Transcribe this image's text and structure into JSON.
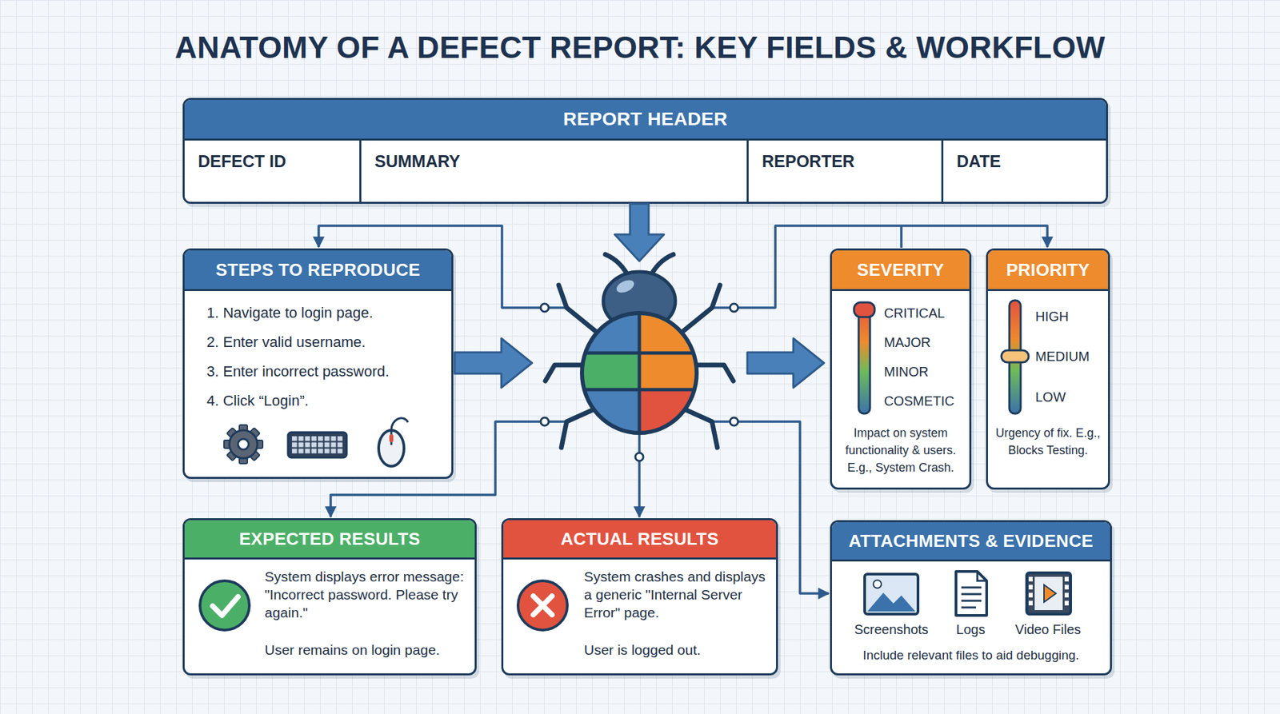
{
  "diagram": {
    "title": "ANATOMY OF A DEFECT REPORT: KEY FIELDS & WORKFLOW",
    "nodes": [
      {
        "text": [
          "REPORT HEADER"
        ]
      },
      {
        "text": [
          "DEFECT ID"
        ],
        "in": 0
      },
      {
        "text": [
          "SUMMARY"
        ],
        "in": 0
      },
      {
        "text": [
          "REPORTER"
        ],
        "in": 0
      },
      {
        "text": [
          "DATE"
        ],
        "in": 0
      },
      {
        "text": [
          "STEPS TO REPRODUCE",
          "1. Navigate to login page.",
          "2. Enter valid username.",
          "3. Enter incorrect password.",
          "4. Click “Login”."
        ]
      },
      {
        "text": [
          "SEVERITY",
          "CRITICAL",
          "MAJOR",
          "MINOR",
          "COSMETIC",
          "Impact on system functionality & users. E.g., System Crash."
        ]
      },
      {
        "text": [
          "PRIORITY",
          "HIGH",
          "MEDIUM",
          "LOW",
          "Urgency of fix. E.g., Blocks Testing."
        ]
      },
      {
        "text": [
          "EXPECTED RESULTS",
          "System displays error message: \"Incorrect password. Please try again.\"",
          "User remains on login page."
        ]
      },
      {
        "text": [
          "ACTUAL RESULTS",
          "System crashes and displays a generic \"Internal Server Error\" page.",
          "User is logged out."
        ]
      },
      {
        "text": [
          "ATTACHMENTS & EVIDENCE",
          "Screenshots",
          "Logs",
          "Video Files",
          "Include relevant files to aid debugging."
        ]
      }
    ]
  }
}
